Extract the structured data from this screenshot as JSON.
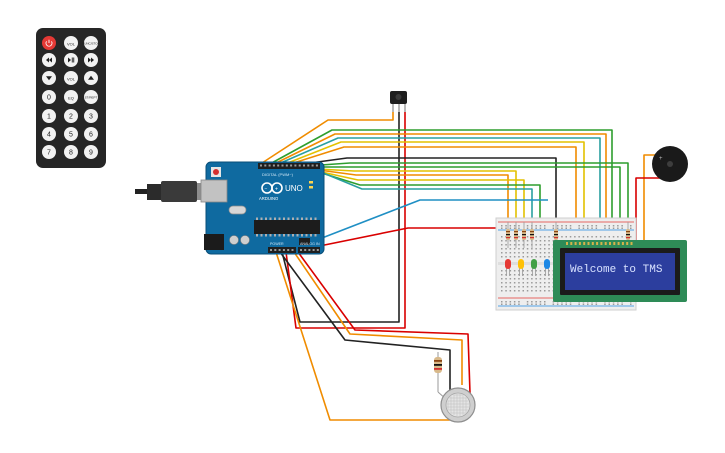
{
  "remote": {
    "buttons": [
      {
        "label": "",
        "kind": "power"
      },
      {
        "label": "VOL",
        "kind": "text"
      },
      {
        "label": "FUNC/STOP",
        "kind": "text"
      },
      {
        "label": "",
        "kind": "prev"
      },
      {
        "label": "",
        "kind": "play-pause"
      },
      {
        "label": "",
        "kind": "next"
      },
      {
        "label": "",
        "kind": "down"
      },
      {
        "label": "VOL",
        "kind": "text"
      },
      {
        "label": "",
        "kind": "up"
      },
      {
        "label": "0",
        "kind": "text"
      },
      {
        "label": "EQ",
        "kind": "text"
      },
      {
        "label": "ST/REPT",
        "kind": "text"
      },
      {
        "label": "1",
        "kind": "text"
      },
      {
        "label": "2",
        "kind": "text"
      },
      {
        "label": "3",
        "kind": "text"
      },
      {
        "label": "4",
        "kind": "text"
      },
      {
        "label": "5",
        "kind": "text"
      },
      {
        "label": "6",
        "kind": "text"
      },
      {
        "label": "7",
        "kind": "text"
      },
      {
        "label": "8",
        "kind": "text"
      },
      {
        "label": "9",
        "kind": "text"
      }
    ]
  },
  "arduino": {
    "model": "UNO",
    "logo_text": "ARDUINO",
    "power_label": "POWER",
    "analog_label": "ANALOG IN",
    "digital_label": "DIGITAL (PWM~)"
  },
  "lcd": {
    "text": "Welcome to TMS"
  },
  "leds": [
    {
      "color": "#e53935"
    },
    {
      "color": "#ffc107"
    },
    {
      "color": "#43a047"
    },
    {
      "color": "#1e88e5"
    }
  ],
  "wire_colors": {
    "orange": "#f08c00",
    "red": "#d90000",
    "black": "#222222",
    "green": "#2e9e2e",
    "yellow": "#e3c100",
    "blue": "#1f8fc4",
    "teal": "#2aa0a0"
  }
}
